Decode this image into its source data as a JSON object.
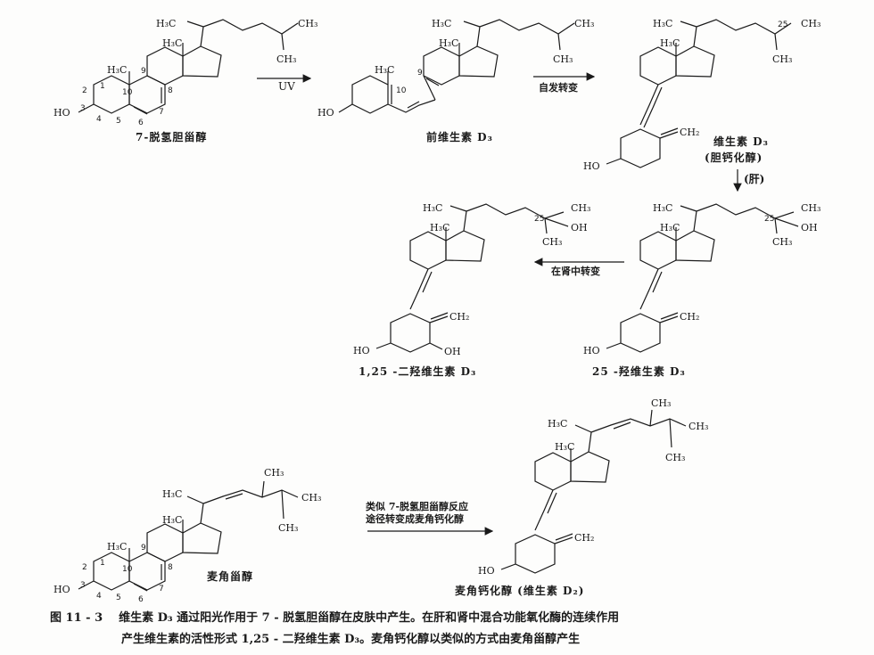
{
  "molecules": {
    "dehydrocholesterol": "7-脱氢胆甾醇",
    "previtamin": "前维生素 D₃",
    "vitd3_name": "维生素 D₃",
    "vitd3_alias": "(胆钙化醇)",
    "calcitriol": "1,25 -二羟维生素 D₃",
    "calcidiol": "25 -羟维生素 D₃",
    "ergosterol": "麦角甾醇",
    "ergocalciferol": "麦角钙化醇 (维生素 D₂)"
  },
  "arrows": {
    "uv": "UV",
    "spontaneous": "自发转变",
    "liver": "(肝)",
    "kidney": "在肾中转变",
    "similar_line1": "类似 7-脱氢胆甾醇反应",
    "similar_line2": "途径转变成麦角钙化醇"
  },
  "atoms": {
    "h3c": "H₃C",
    "ch3": "CH₃",
    "ch2": "CH₂",
    "ho": "HO",
    "oh": "OH",
    "c25": "25"
  },
  "ring_numbers": [
    "1",
    "2",
    "3",
    "4",
    "5",
    "6",
    "7",
    "8",
    "9",
    "10"
  ],
  "caption": {
    "figure": "图 11 - 3",
    "line1": "维生素 D₃ 通过阳光作用于 7 - 脱氢胆甾醇在皮肤中产生。在肝和肾中混合功能氧化酶的连续作用",
    "line2": "产生维生素的活性形式 1,25 - 二羟维生素 D₃。麦角钙化醇以类似的方式由麦角甾醇产生"
  }
}
